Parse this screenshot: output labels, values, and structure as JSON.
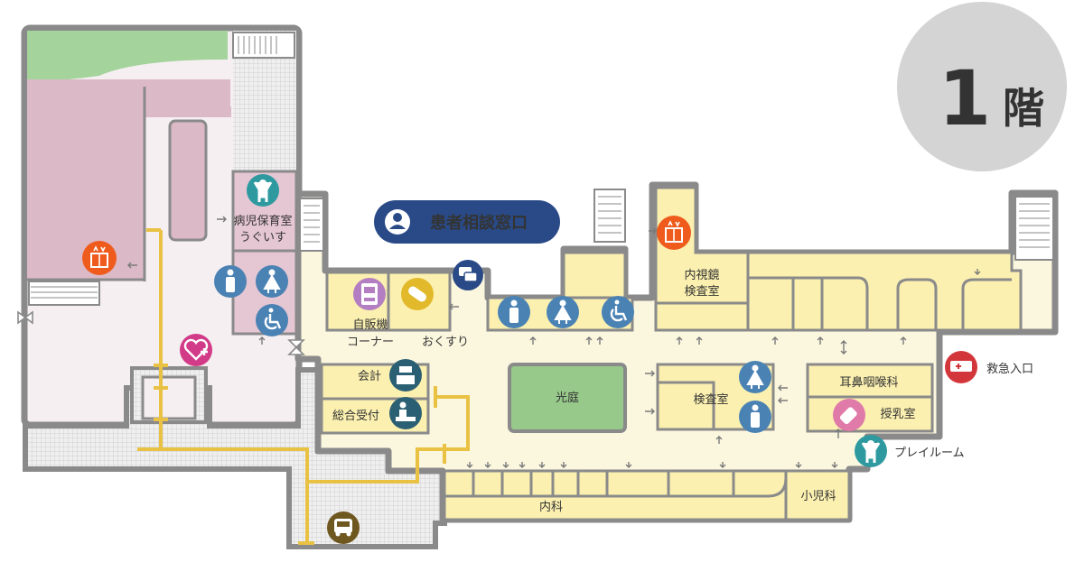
{
  "floor": {
    "number": "1",
    "suffix": "階"
  },
  "consult_label": "患者相談窓口",
  "rooms": {
    "pediatric_nursery": [
      "病児保育室",
      "うぐいす"
    ],
    "vending": [
      "自販機",
      "コーナー"
    ],
    "pharmacy": "おくすり",
    "accounting": "会計",
    "reception": "総合受付",
    "courtyard": "光庭",
    "endoscopy": [
      "内視鏡",
      "検査室"
    ],
    "examination": "検査室",
    "ent": "耳鼻咽喉科",
    "nursing": "授乳室",
    "internal_medicine": "内科",
    "pediatrics": "小児科"
  },
  "outside_labels": {
    "emergency": "救急入口",
    "playroom": "プレイルーム"
  },
  "icons": {
    "elevator": "elevator-icon",
    "toilet_male": "male-toilet-icon",
    "toilet_female": "female-toilet-icon",
    "accessible": "accessible-toilet-icon",
    "child": "child-icon",
    "consult": "speech-bubble-icon",
    "pills": "medicine-icon",
    "vending": "vending-machine-icon",
    "register": "cash-register-icon",
    "reception": "reception-desk-icon",
    "heart": "heart-plus-icon",
    "ambulance": "ambulance-icon",
    "bottle": "baby-bottle-icon",
    "bus": "bus-icon",
    "person": "person-icon"
  },
  "colors": {
    "wall": "#8a8a8a",
    "floor": "#fbf7df",
    "pink_area": "#f6eff2",
    "pink_room": "#dcb9c6",
    "nursery_room": "#e5c6d3",
    "garden": "#a4d39b",
    "courtyard": "#97c98a",
    "blue_icon": "#4a82b4",
    "teal_icon": "#2e9aa0",
    "navy": "#2a4a87",
    "orange": "#ef5b1c",
    "red": "#d3363a",
    "magenta": "#d13b87",
    "yellow_path": "#e9c244",
    "dark_teal": "#2b5f73",
    "brown": "#6f5720",
    "floor_badge": "#d4d4d4",
    "floor_text": "#707070"
  }
}
